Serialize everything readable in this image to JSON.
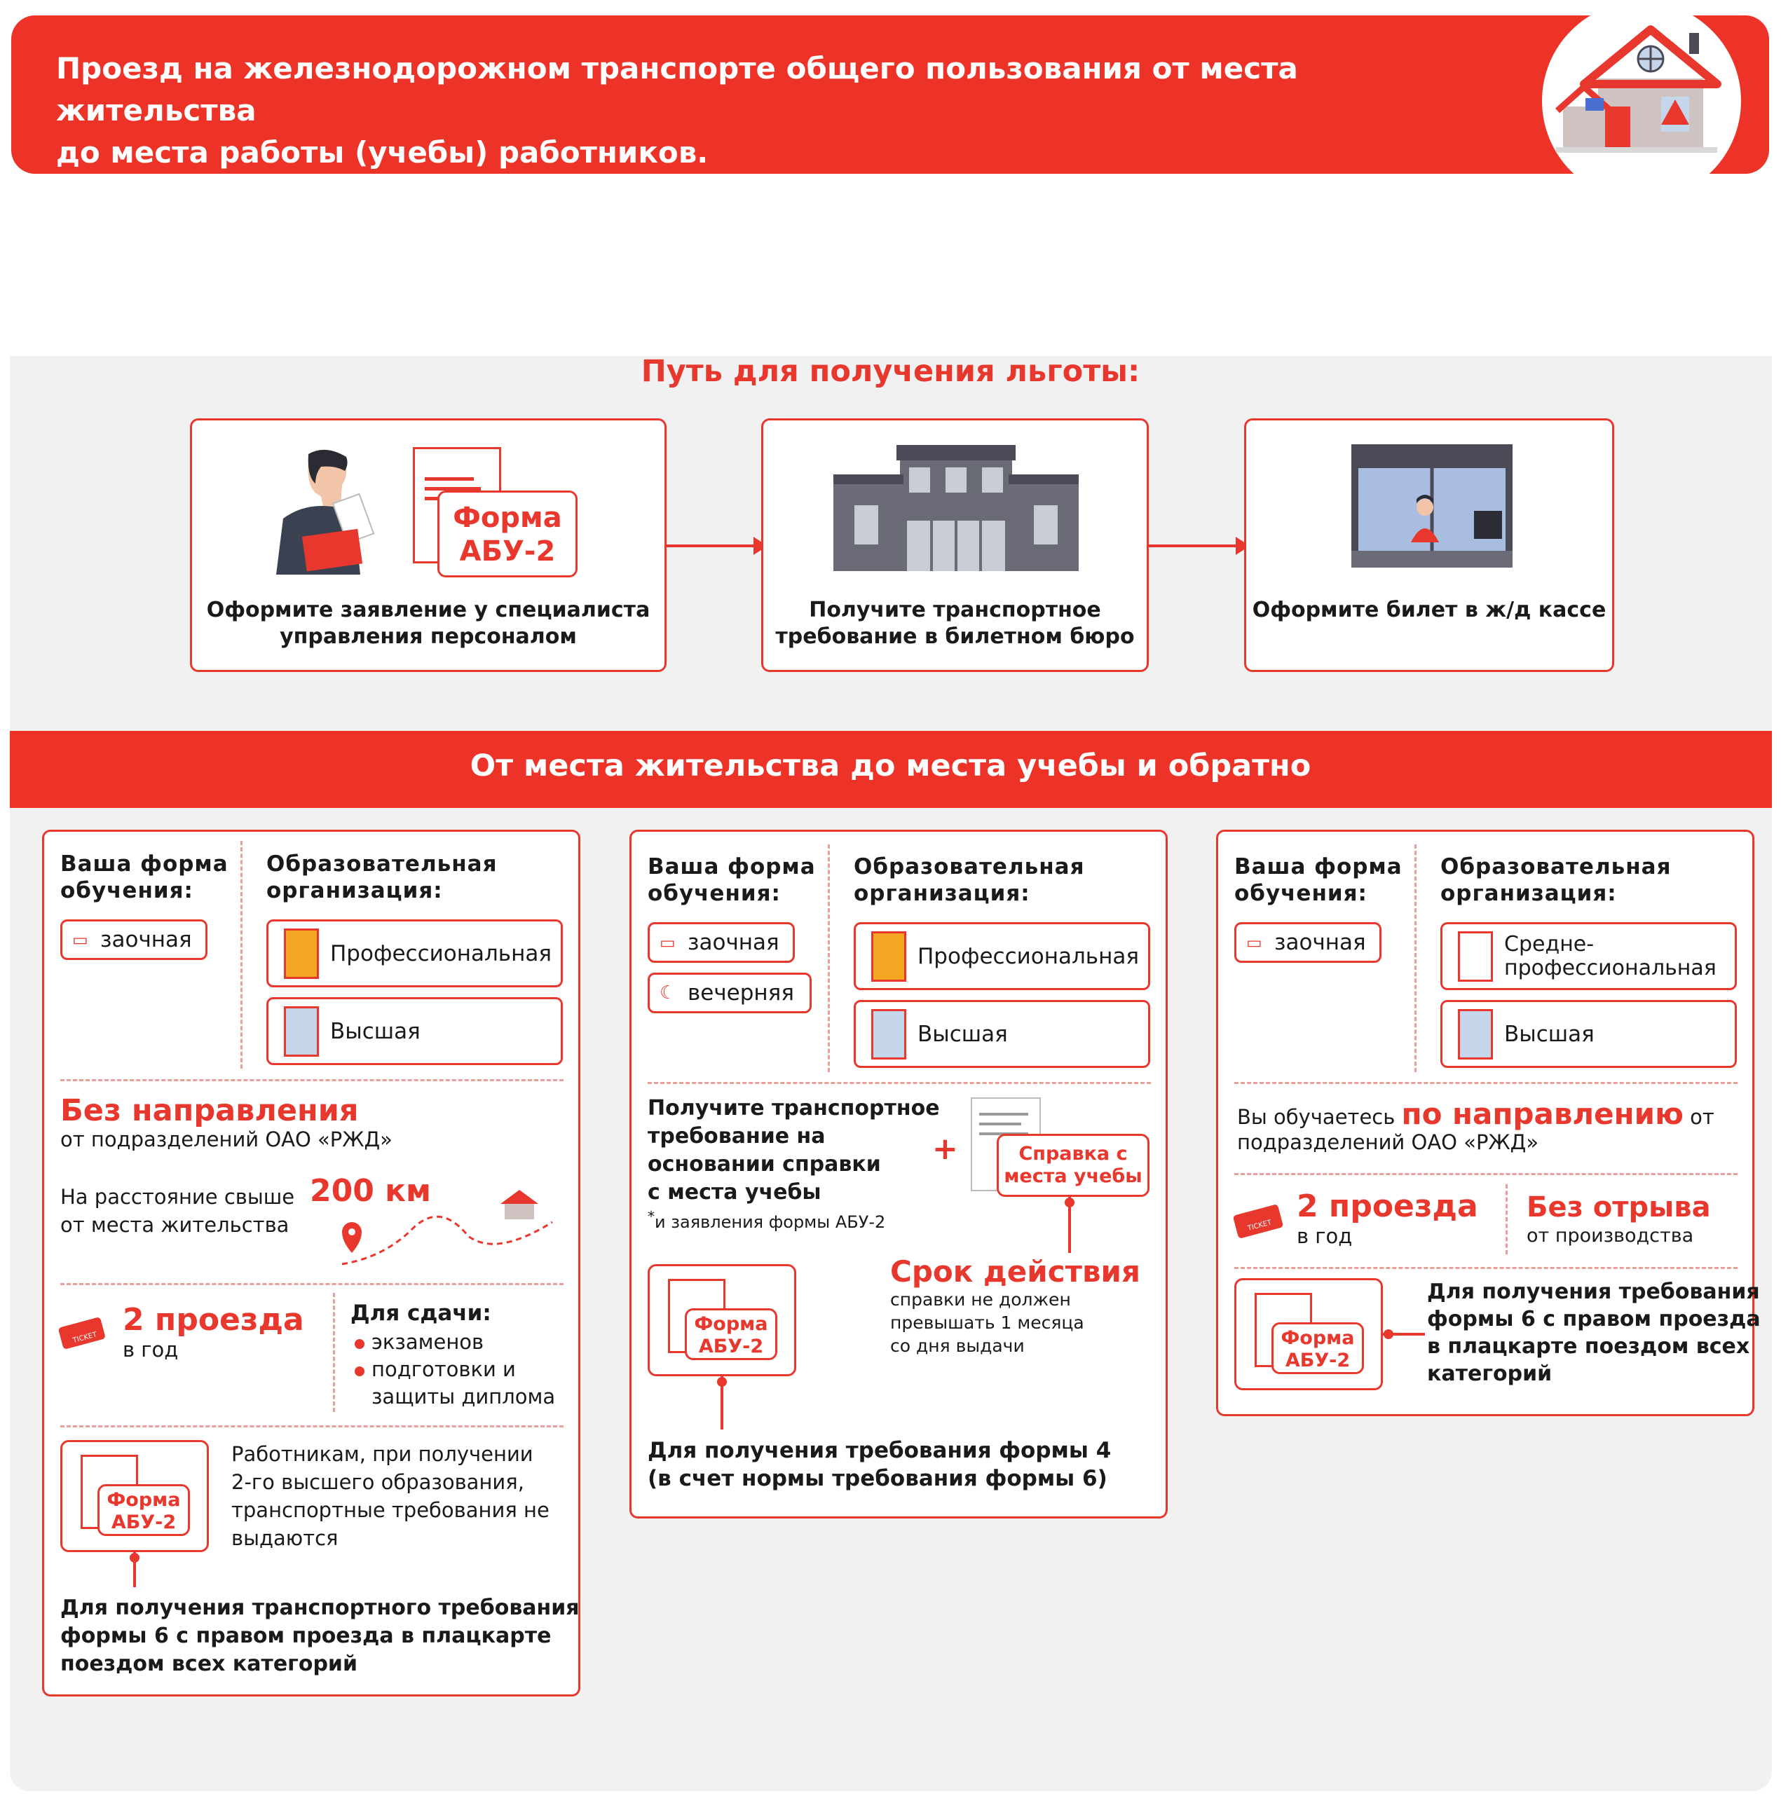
{
  "header": {
    "title_line1": "Проезд на железнодорожном транспорте общего пользования от места жительства",
    "title_line2": "до места работы (учебы) работников."
  },
  "path": {
    "title": "Путь для получения льготы:",
    "steps": [
      {
        "text1": "Оформите заявление у специалиста",
        "text2": "управления персоналом",
        "form_line1": "Форма",
        "form_line2": "АБУ-2"
      },
      {
        "text1": "Получите транспортное",
        "text2": "требование в билетном бюро"
      },
      {
        "text1": "Оформите билет в ж/д кассе"
      }
    ]
  },
  "section": {
    "title": "От места жительства до места учебы и обратно"
  },
  "card1": {
    "form_header1": "Ваша форма",
    "form_header2": "обучения:",
    "org_header1": "Образовательная",
    "org_header2": "организация:",
    "mode": "заочная",
    "org1": "Профессиональная",
    "org2": "Высшая",
    "no_direction": "Без направления",
    "from_rzd": "от подразделений ОАО «РЖД»",
    "distance_prefix": "На расстояние  свыше",
    "distance_value": "200 км",
    "distance_suffix": "от места жительства",
    "ticket_label": "TICKET",
    "trips": "2 проезда",
    "per_year": "в год",
    "for_passing": "Для сдачи:",
    "bullets": [
      "экзаменов",
      "подготовки и",
      "защиты диплома"
    ],
    "form_line1": "Форма",
    "form_line2": "АБУ-2",
    "second_higher": [
      "Работникам, при получении",
      "2-го высшего образования,",
      "транспортные требования не",
      "выдаются"
    ],
    "bottom": [
      "Для получения транспортного требования",
      "формы 6 с правом проезда в плацкарте",
      "поездом всех категорий"
    ]
  },
  "card2": {
    "form_header1": "Ваша форма",
    "form_header2": "обучения:",
    "org_header1": "Образовательная",
    "org_header2": "организация:",
    "mode1": "заочная",
    "mode2": "вечерняя",
    "org1": "Профессиональная",
    "org2": "Высшая",
    "get_req": [
      "Получите транспортное",
      "требование на",
      "основании справки",
      "с места учебы"
    ],
    "note_star": "*",
    "note": "и заявления формы АБУ-2",
    "plus": "+",
    "cert1": "Справка с",
    "cert2": "места учебы",
    "validity": "Срок действия",
    "validity_text": [
      "справки не должен",
      "превышать 1 месяца",
      "со дня выдачи"
    ],
    "form_line1": "Форма",
    "form_line2": "АБУ-2",
    "bottom": [
      "Для получения требования формы 4",
      "(в счет нормы требования формы 6)"
    ]
  },
  "card3": {
    "form_header1": "Ваша форма",
    "form_header2": "обучения:",
    "org_header1": "Образовательная",
    "org_header2": "организация:",
    "mode": "заочная",
    "org1a": "Средне-",
    "org1b": "профессиональная",
    "org2": "Высшая",
    "study_prefix": "Вы обучаетесь",
    "study_highlight": "по направлению",
    "study_suffix": "от",
    "study_line2": "подразделений ОАО «РЖД»",
    "ticket_label": "TICKET",
    "trips": "2 проезда",
    "per_year": "в год",
    "no_leave": "Без отрыва",
    "no_leave_sub": "от производства",
    "form_line1": "Форма",
    "form_line2": "АБУ-2",
    "bottom": [
      "Для получения требования",
      "формы 6 с правом проезда",
      "в плацкарте поездом всех",
      "категорий"
    ]
  },
  "colors": {
    "accent": "#e8372d",
    "banner": "#ed3327",
    "panel": "#f1f1f1"
  }
}
